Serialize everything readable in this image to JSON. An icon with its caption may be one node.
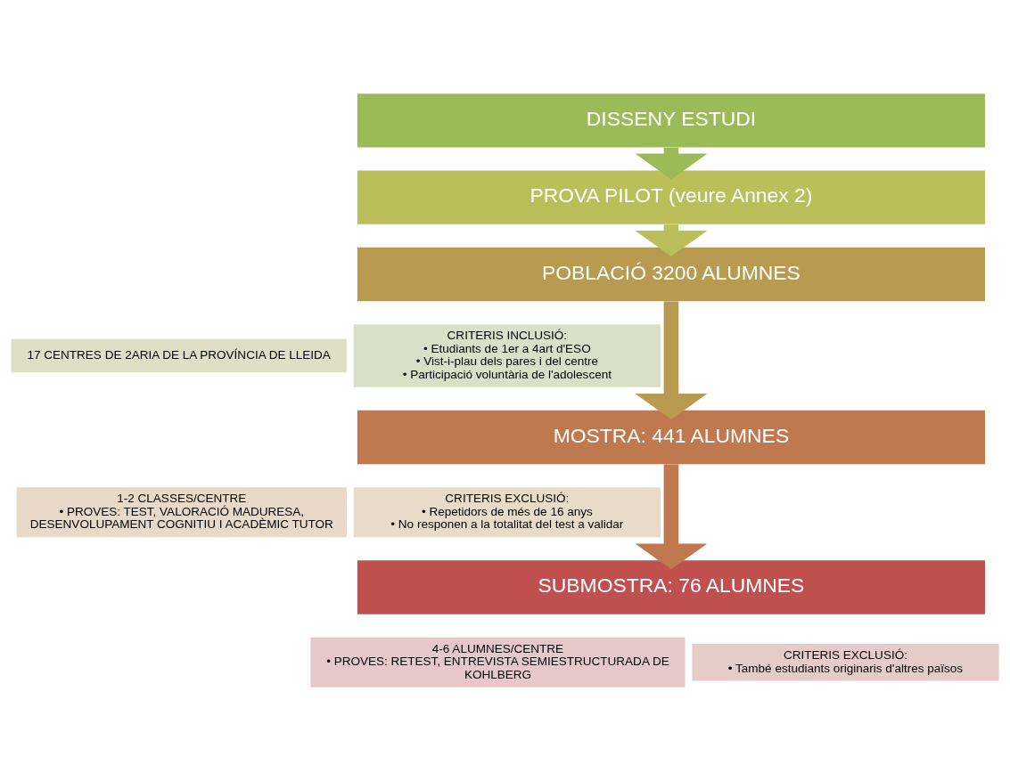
{
  "diagram": {
    "nodes": [
      {
        "text": [
          "DISSENY ESTUDI"
        ]
      },
      {
        "text": [
          "PROVA PILOT (veure Annex 2)"
        ]
      },
      {
        "text": [
          "POBLACIÓ 3200 ALUMNES"
        ]
      },
      {
        "text": [
          "17 CENTRES DE 2ARIA DE LA PROVÍNCIA DE LLEIDA"
        ]
      },
      {
        "text": [
          "CRITERIS INCLUSIÓ:",
          "• Etudiants de 1er a 4art d'ESO",
          "• Vist-i-plau dels pares i del centre",
          "• Participació voluntària de l'adolescent"
        ]
      },
      {
        "text": [
          "MOSTRA: 441 ALUMNES"
        ]
      },
      {
        "text": [
          "1-2 CLASSES/CENTRE",
          "• PROVES: TEST, VALORACIÓ MADURESA, DESENVOLUPAMENT COGNITIU I ACADÈMIC TUTOR"
        ]
      },
      {
        "text": [
          "CRITERIS EXCLUSIÓ:",
          "• Repetidors de més de 16 anys",
          "• No responen a la totalitat del test a validar"
        ]
      },
      {
        "text": [
          "SUBMOSTRA: 76 ALUMNES"
        ]
      },
      {
        "text": [
          "4-6 ALUMNES/CENTRE",
          "• PROVES: RETEST, ENTREVISTA SEMIESTRUCTURADA DE KOHLBERG"
        ]
      },
      {
        "text": [
          "CRITERIS EXCLUSIÓ:",
          "• També estudiants originaris d'altres països"
        ]
      }
    ],
    "edges": [
      {
        "from": 0,
        "to": 1,
        "arrow": "to",
        "color": "#9bbb59"
      },
      {
        "from": 1,
        "to": 2,
        "arrow": "to",
        "color": "#bbbf5a"
      },
      {
        "from": 2,
        "to": 5,
        "arrow": "to",
        "color": "#b89a50"
      },
      {
        "from": 5,
        "to": 8,
        "arrow": "to",
        "color": "#c0784e"
      }
    ]
  }
}
